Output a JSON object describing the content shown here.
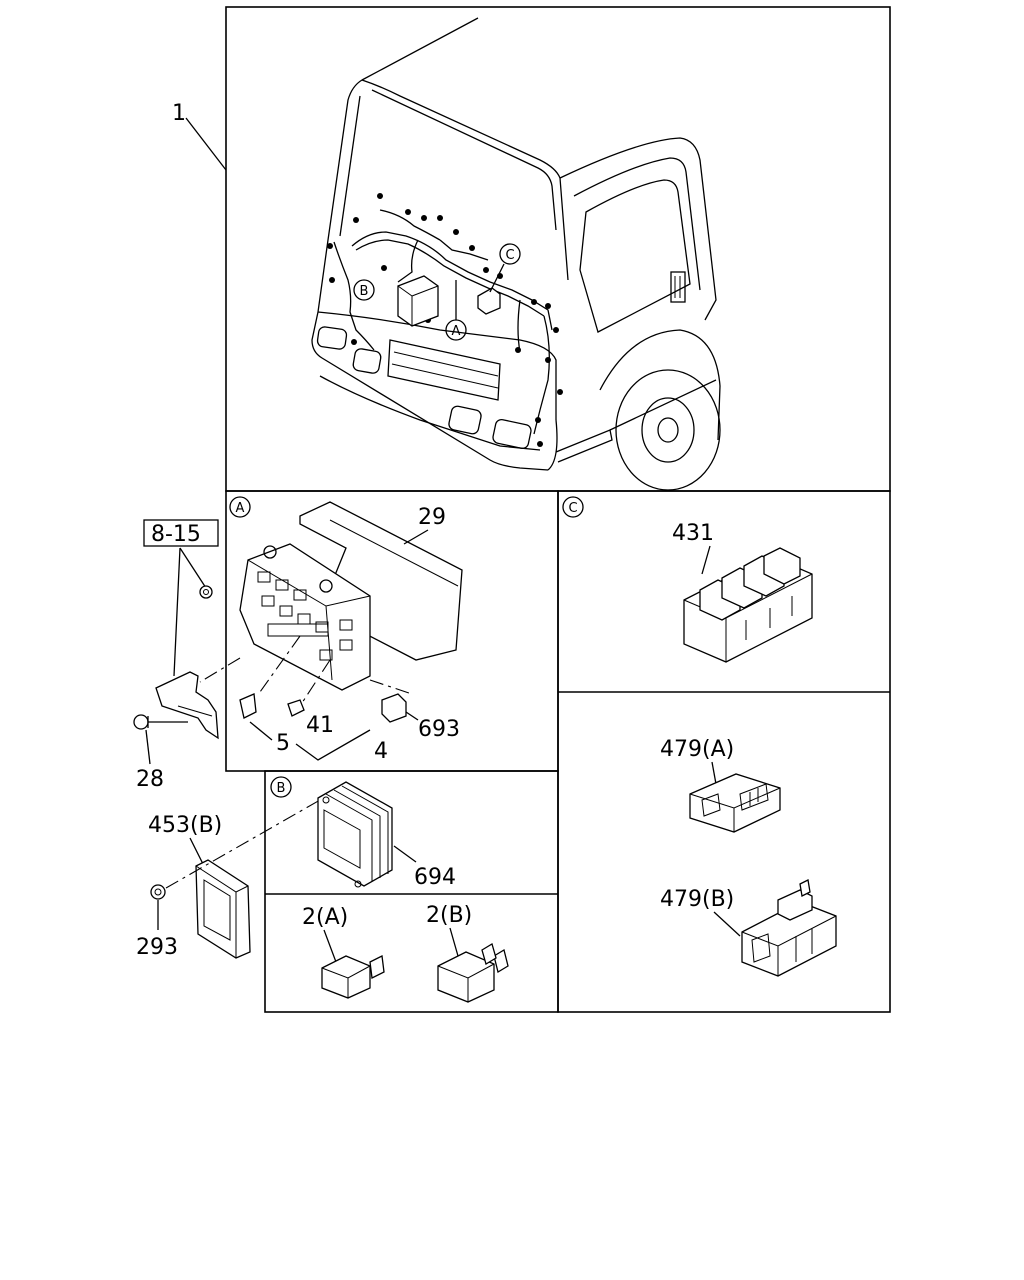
{
  "diagram": {
    "callouts": {
      "harness": "1",
      "bracket_bolt_group": "8-15",
      "bolt": "28",
      "cover": "29",
      "fuse": "5",
      "fuse_41": "41",
      "fuse_4": "4",
      "relay_693": "693",
      "controller": "453(B)",
      "nut": "293",
      "module_694": "694",
      "relay_2a": "2(A)",
      "relay_2b": "2(B)",
      "connector_431": "431",
      "connector_479a": "479(A)",
      "connector_479b": "479(B)"
    },
    "view_markers": {
      "a": "A",
      "b": "B",
      "c": "C"
    }
  }
}
